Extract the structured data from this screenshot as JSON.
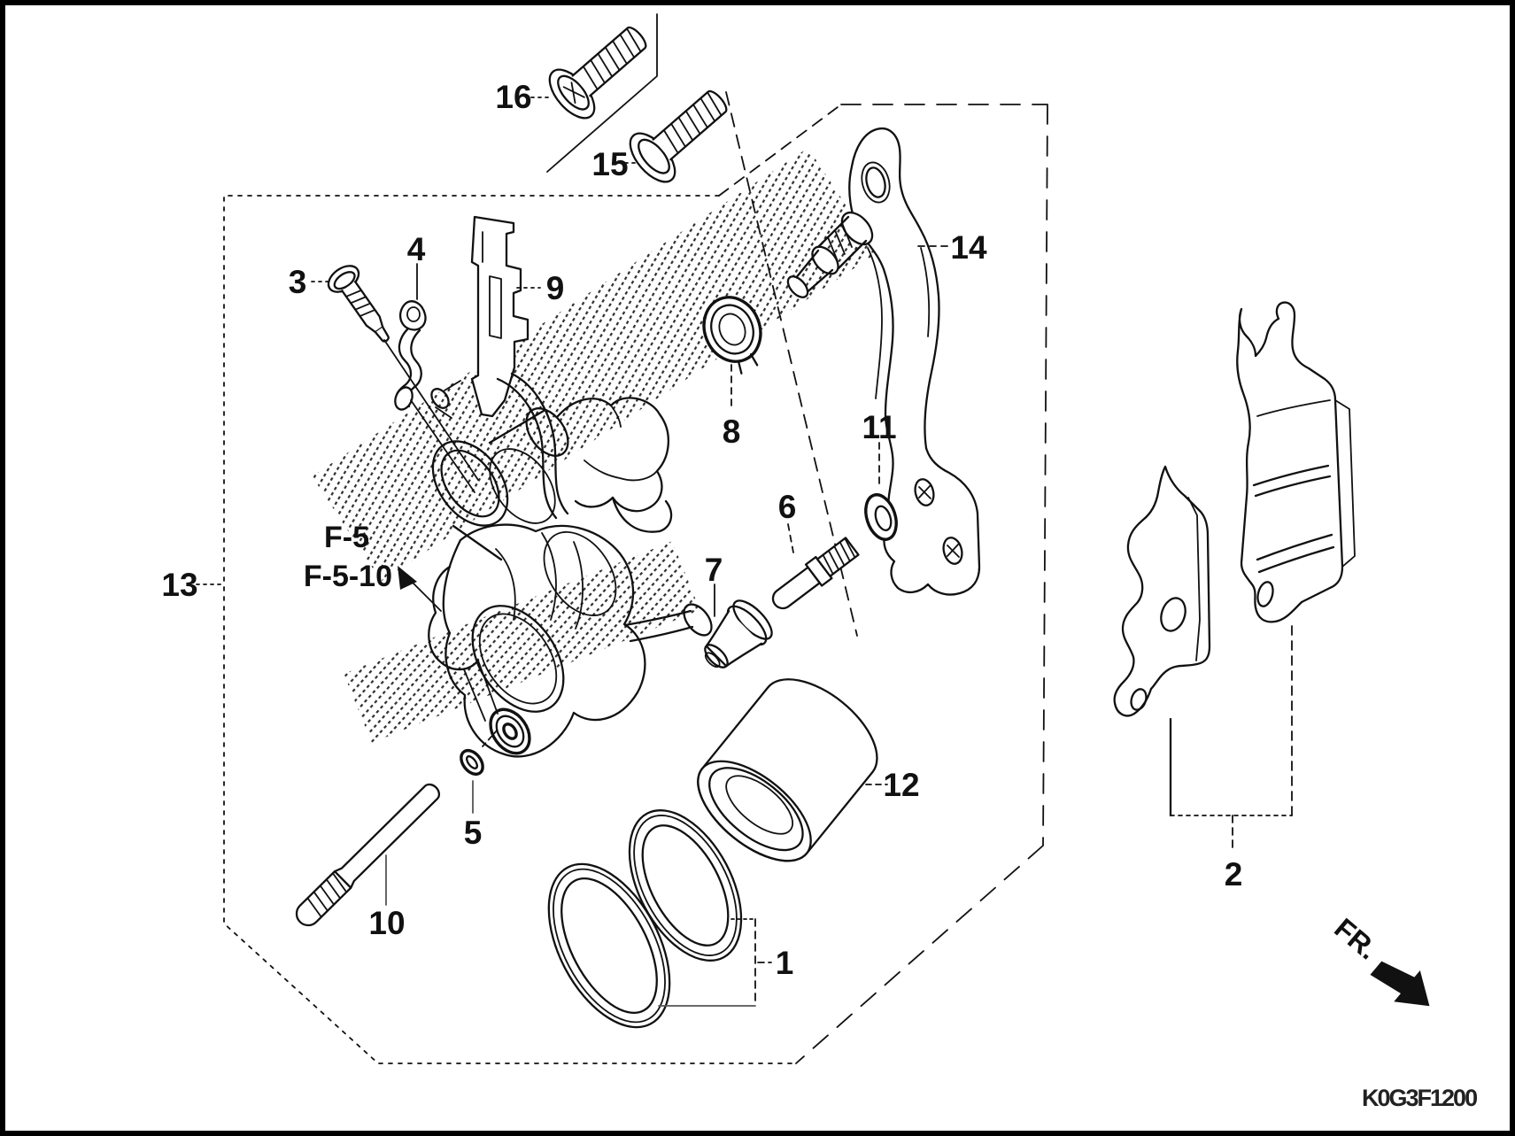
{
  "figure": {
    "code": "K0G3F1200",
    "orientation": "FR.",
    "refs": {
      "primary": "F-5",
      "secondary": "F-5-10"
    },
    "callouts": {
      "c1": "1",
      "c2": "2",
      "c3": "3",
      "c4": "4",
      "c5": "5",
      "c6": "6",
      "c7": "7",
      "c8": "8",
      "c9": "9",
      "c10": "10",
      "c11": "11",
      "c12": "12",
      "c13": "13",
      "c14": "14",
      "c15": "15",
      "c16": "16"
    }
  }
}
